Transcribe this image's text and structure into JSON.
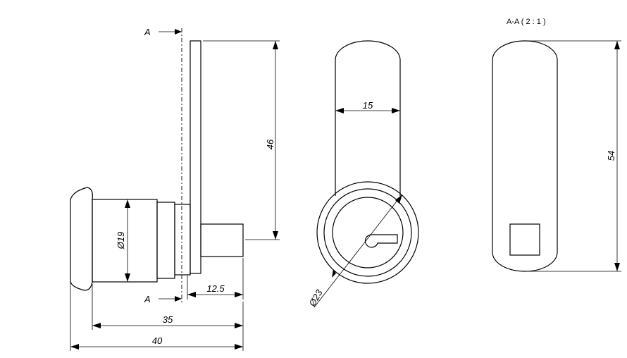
{
  "section_labels": {
    "top": "A",
    "bottom": "A"
  },
  "section_title": "A-A ( 2 : 1 )",
  "dimensions": {
    "cam_height": "46",
    "barrel_diameter": "Ø19",
    "shaft_length": "12.5",
    "body_length": "35",
    "overall_length": "40",
    "cam_width": "15",
    "face_diameter": "Ø23",
    "section_height": "54"
  }
}
